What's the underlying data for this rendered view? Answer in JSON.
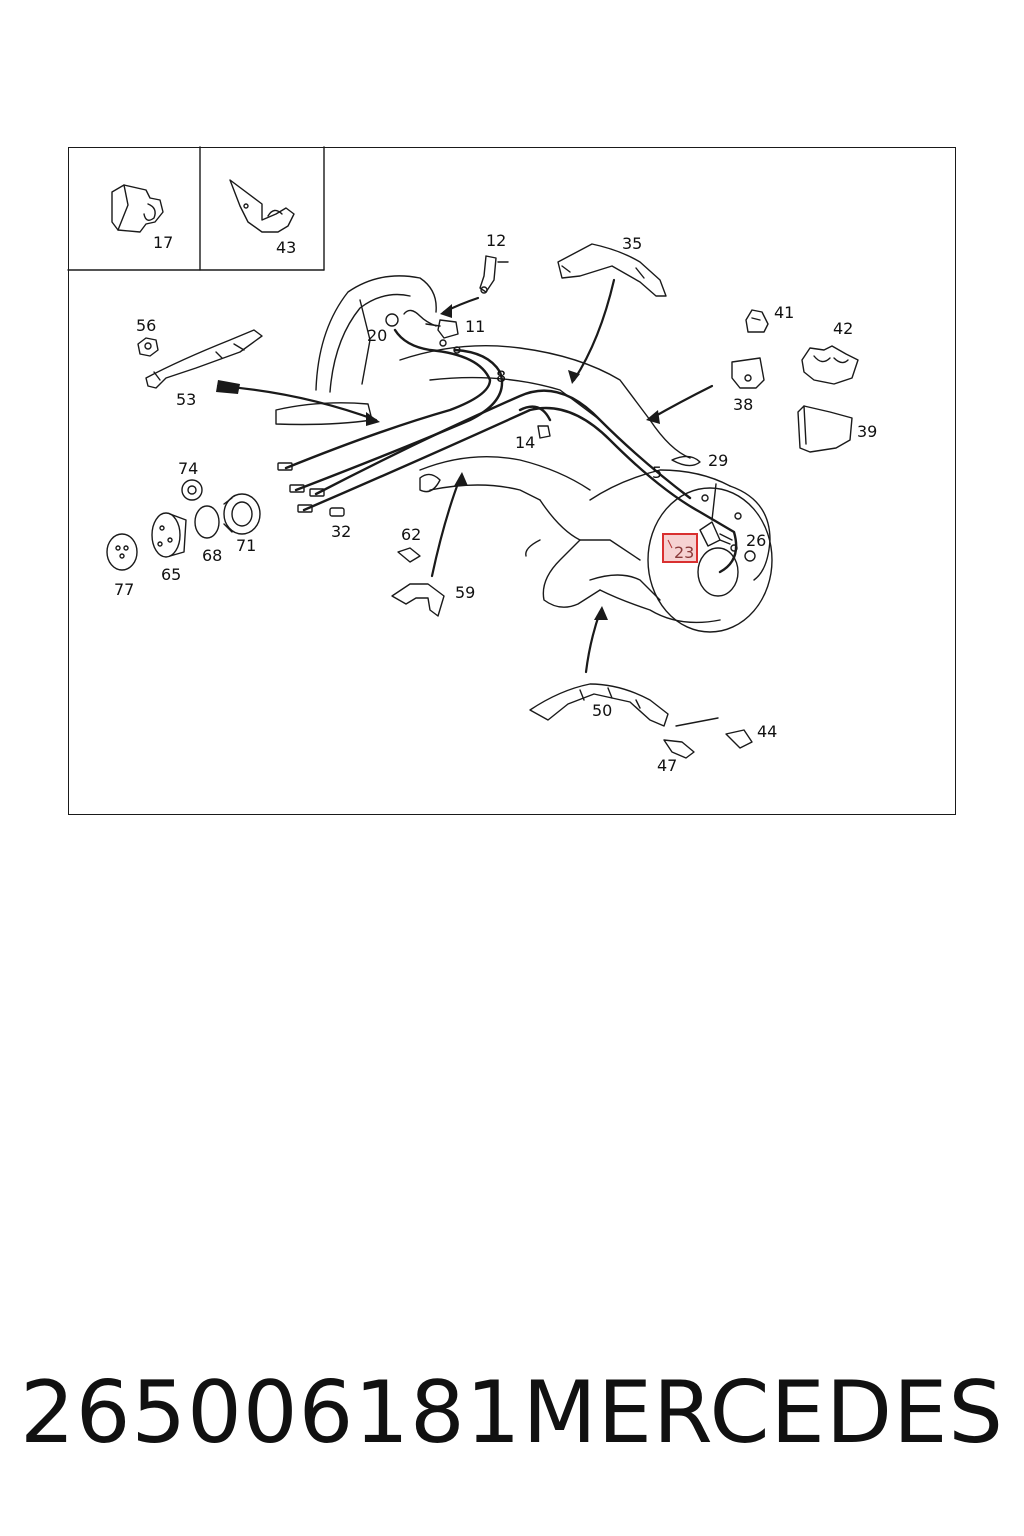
{
  "parts": {
    "p17": "17",
    "p43": "43",
    "p12": "12",
    "p35": "35",
    "p11": "11",
    "p20": "20",
    "p56": "56",
    "p53": "53",
    "p8": "8",
    "p41": "41",
    "p42": "42",
    "p38": "38",
    "p39": "39",
    "p14": "14",
    "p5": "5",
    "p29": "29",
    "p74": "74",
    "p71": "71",
    "p68": "68",
    "p65": "65",
    "p77": "77",
    "p32": "32",
    "p62": "62",
    "p59": "59",
    "p23": "23",
    "p26": "26",
    "p50": "50",
    "p44": "44",
    "p47": "47"
  },
  "highlight": {
    "part": "23",
    "color": "#d93030"
  },
  "footer": {
    "part_number": "265006181",
    "brand": "MERCEDES"
  }
}
